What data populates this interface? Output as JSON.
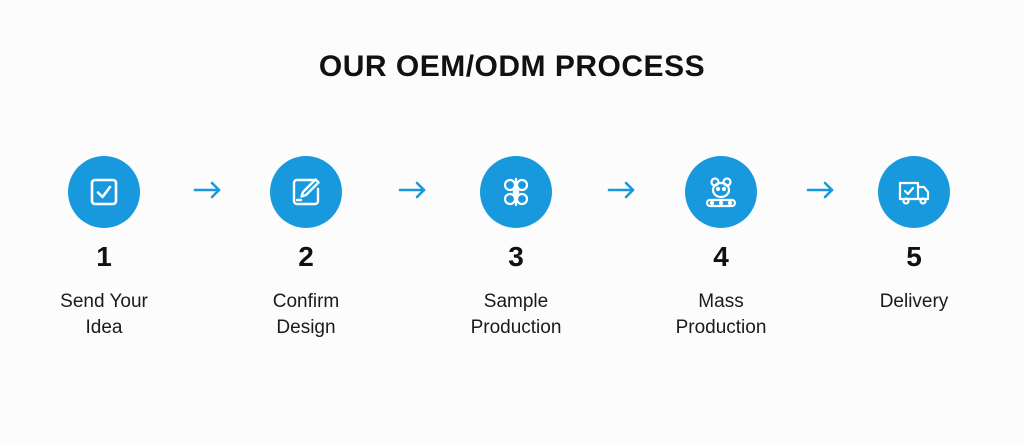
{
  "title": "OUR OEM/ODM PROCESS",
  "colors": {
    "accent": "#1899dd",
    "text": "#111111",
    "background": "#fcfcfc"
  },
  "steps": [
    {
      "number": "1",
      "label_lines": [
        "Send Your",
        "Idea"
      ],
      "icon": "checkbox-icon"
    },
    {
      "number": "2",
      "label_lines": [
        "Confirm",
        "Design"
      ],
      "icon": "pencil-edit-icon"
    },
    {
      "number": "3",
      "label_lines": [
        "Sample",
        "Production"
      ],
      "icon": "molecule-sample-icon"
    },
    {
      "number": "4",
      "label_lines": [
        "Mass",
        "Production"
      ],
      "icon": "conveyor-production-icon"
    },
    {
      "number": "5",
      "label_lines": [
        "Delivery"
      ],
      "icon": "delivery-truck-icon"
    }
  ],
  "connectors": [
    {
      "icon": "arrow-right-icon"
    },
    {
      "icon": "arrow-right-icon"
    },
    {
      "icon": "arrow-right-icon"
    },
    {
      "icon": "arrow-right-icon"
    }
  ]
}
